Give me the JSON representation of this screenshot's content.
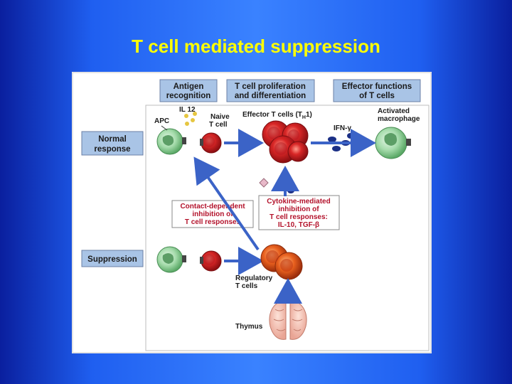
{
  "slide": {
    "title": "T cell mediated suppression"
  },
  "header_boxes": [
    {
      "line1": "Antigen",
      "line2": "recognition"
    },
    {
      "line1": "T cell proliferation",
      "line2": "and differentiation"
    },
    {
      "line1": "Effector functions",
      "line2": "of T cells"
    }
  ],
  "row_labels": {
    "normal_1": "Normal",
    "normal_2": "response",
    "suppression": "Suppression"
  },
  "cell_labels": {
    "il12": "IL 12",
    "apc": "APC",
    "naive_1": "Naive",
    "naive_2": "T cell",
    "effector": "Effector T cells (T",
    "effector_sub": "H",
    "effector_end": "1)",
    "ifn": "IFN-γ",
    "activated_1": "Activated",
    "activated_2": "macrophage",
    "regulatory_1": "Regulatory",
    "regulatory_2": "T cells",
    "thymus": "Thymus"
  },
  "inhibition_boxes": {
    "contact": [
      "Contact-dependent",
      "inhibition of",
      "T cell responses"
    ],
    "cytokine": [
      "Cytokine-mediated",
      "inhibition of",
      "T cell responses:",
      "IL-10, TGF-β"
    ]
  },
  "colors": {
    "background": "#2f73ff",
    "title": "#ffff00",
    "header_box": "#a9c4e6",
    "effector_cell": "#d42a2a",
    "regulatory_cell": "#e2581f",
    "apc": "#8fcf98",
    "arrow": "#3b63c7",
    "inhibition_text": "#b3122b"
  }
}
